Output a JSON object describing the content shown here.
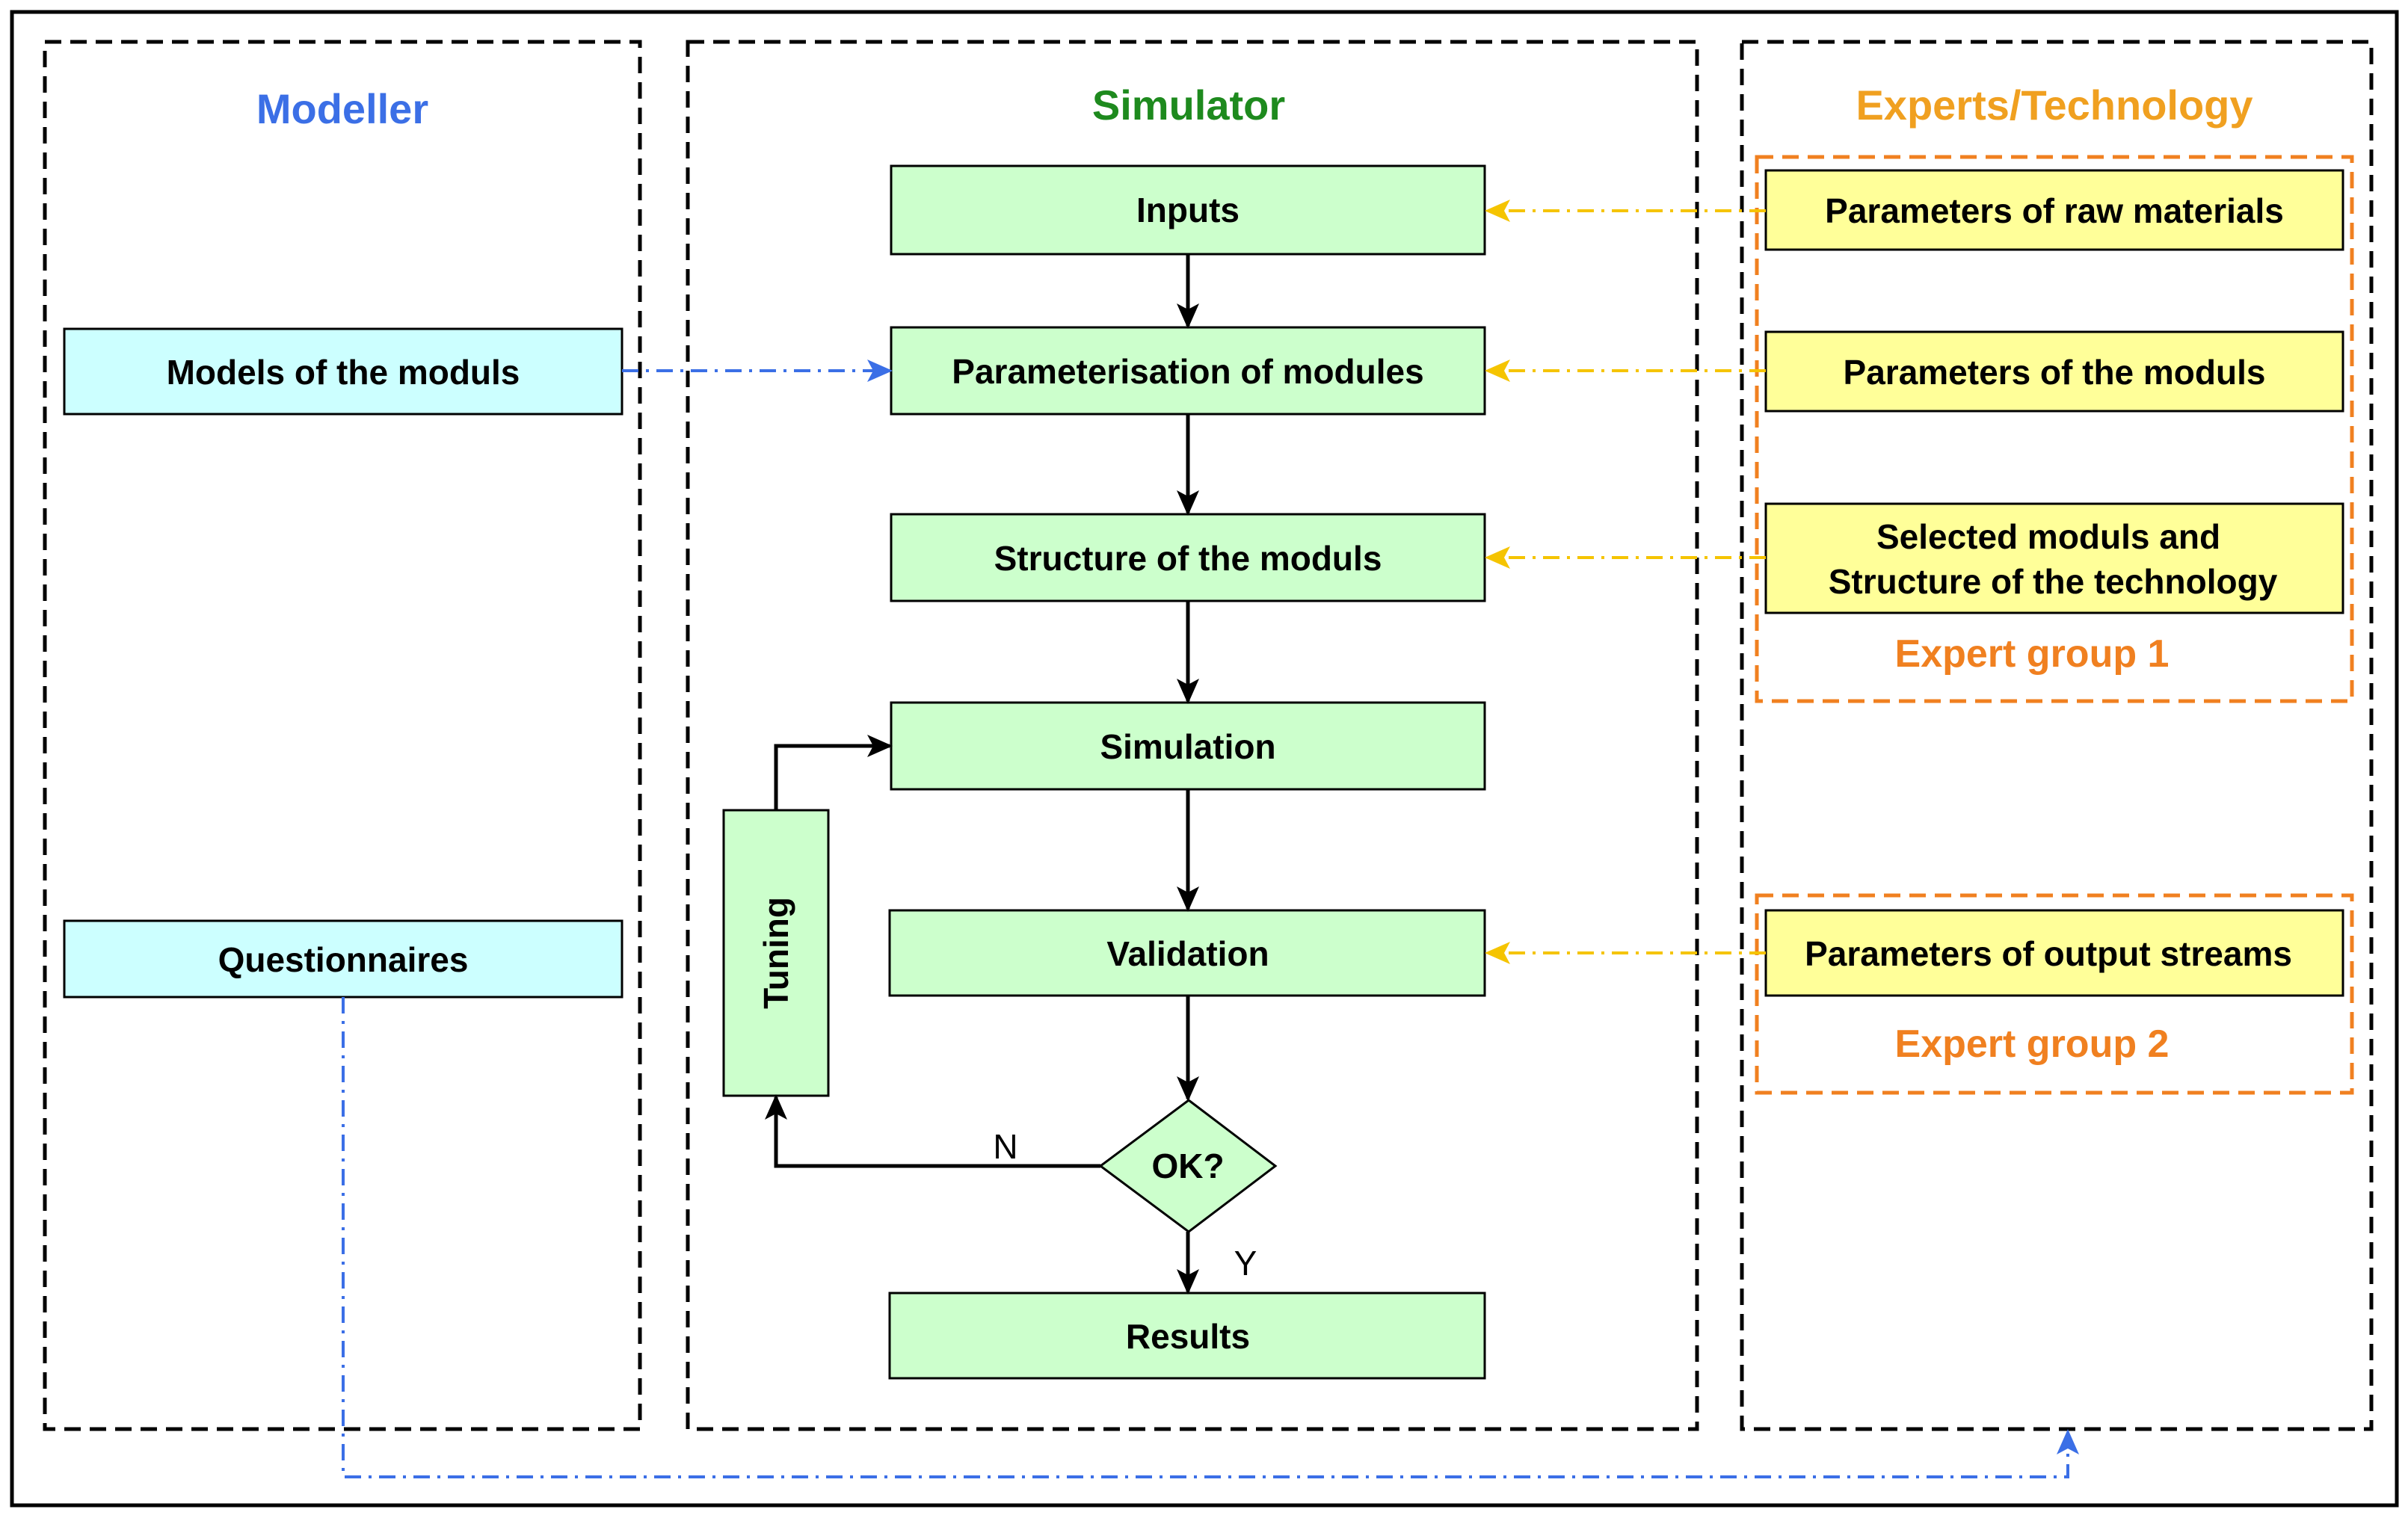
{
  "lanes": {
    "modeller": {
      "title": "Modeller",
      "color": "#3b6fe6"
    },
    "simulator": {
      "title": "Simulator",
      "color": "#1e8a1e"
    },
    "experts": {
      "title": "Experts/Technology",
      "color": "#f0a020"
    }
  },
  "modeller": {
    "models": "Models of the moduls",
    "questionnaires": "Questionnaires"
  },
  "simulator": {
    "inputs": "Inputs",
    "parameterisation": "Parameterisation of modules",
    "structure": "Structure of the moduls",
    "simulation": "Simulation",
    "validation": "Validation",
    "decision": "OK?",
    "results": "Results",
    "tuning": "Tuning",
    "label_no": "N",
    "label_yes": "Y"
  },
  "experts": {
    "raw_materials": "Parameters of raw materials",
    "moduls_params": "Parameters of the moduls",
    "selected_line1": "Selected moduls and",
    "selected_line2": "Structure of the technology",
    "group1": "Expert group 1",
    "output_streams": "Parameters of output streams",
    "group2": "Expert group 2"
  },
  "colors": {
    "process_fill": "#ccffcc",
    "modeller_fill": "#ccffff",
    "expert_fill": "#ffff99",
    "group_border": "#f08020",
    "modeller_arrow": "#3b6fe6",
    "expert_arrow": "#f5c400"
  }
}
